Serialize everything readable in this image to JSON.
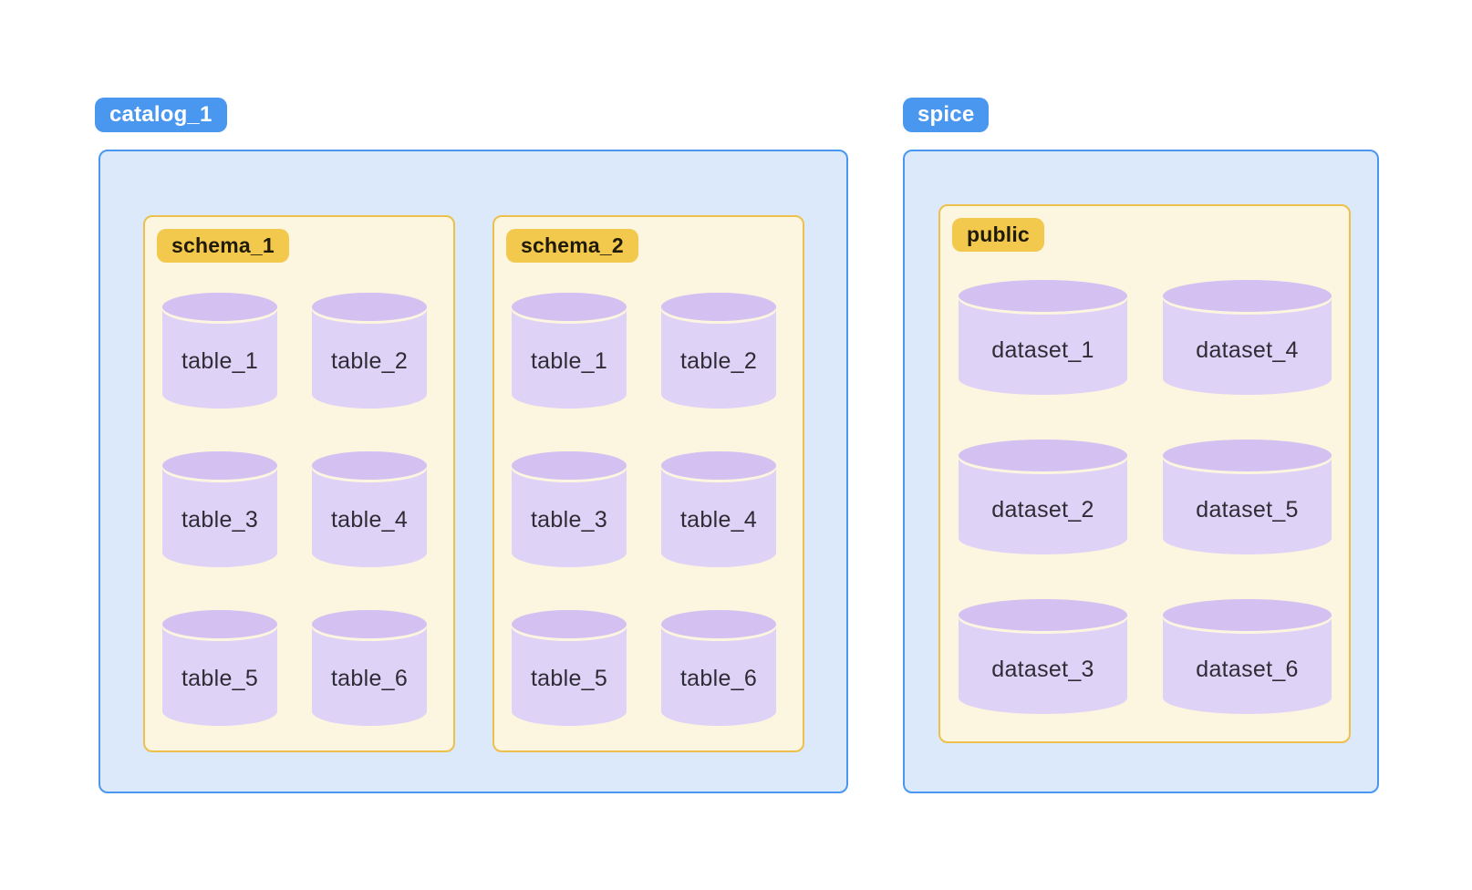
{
  "colors": {
    "blue_badge_bg": "#4A97EF",
    "blue_badge_text": "#FFFFFF",
    "blue_container_bg": "#DBE9FB",
    "blue_container_border": "#4A97EF",
    "yellow_badge_bg": "#F2C84D",
    "yellow_badge_text": "#201A08",
    "yellow_container_bg": "#FCF5DF",
    "yellow_container_border": "#EDC04E",
    "cylinder_body": "#DFD2F7",
    "cylinder_cap": "#D5C1F1",
    "cylinder_highlight": "#FCF5DF",
    "cylinder_text": "#2E2C35"
  },
  "groups": [
    {
      "label": "catalog_1",
      "schemas": [
        {
          "label": "schema_1",
          "items": [
            "table_1",
            "table_2",
            "table_3",
            "table_4",
            "table_5",
            "table_6"
          ]
        },
        {
          "label": "schema_2",
          "items": [
            "table_1",
            "table_2",
            "table_3",
            "table_4",
            "table_5",
            "table_6"
          ]
        }
      ]
    },
    {
      "label": "spice",
      "schemas": [
        {
          "label": "public",
          "items": [
            "dataset_1",
            "dataset_4",
            "dataset_2",
            "dataset_5",
            "dataset_3",
            "dataset_6"
          ]
        }
      ]
    }
  ]
}
